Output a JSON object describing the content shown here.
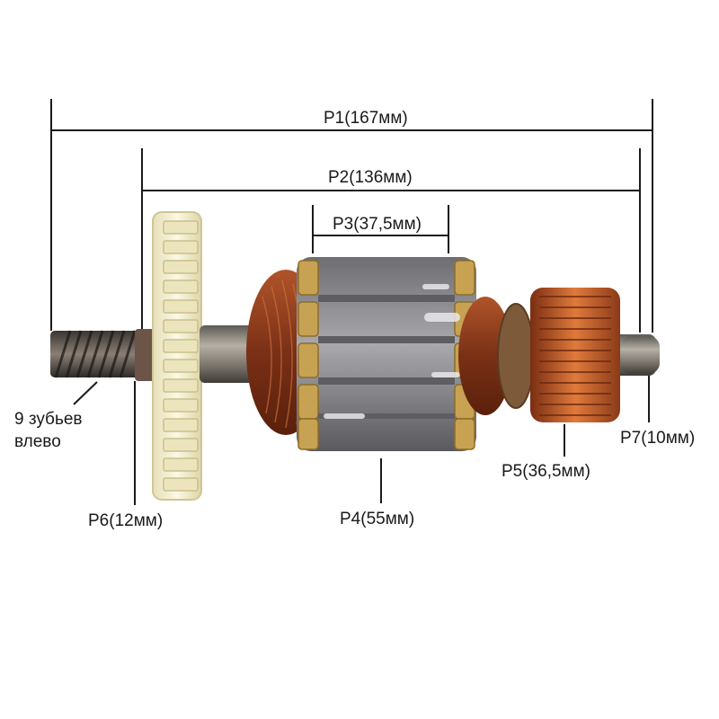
{
  "dimensions": {
    "p1": "P1(167мм)",
    "p2": "P2(136мм)",
    "p3": "P3(37,5мм)",
    "p4": "P4(55мм)",
    "p5": "P5(36,5мм)",
    "p6": "P6(12мм)",
    "p7": "P7(10мм)"
  },
  "gear_note": {
    "line1": "9 зубьев",
    "line2": "влево"
  },
  "colors": {
    "dimension_line": "#1a1a1a",
    "copper_winding": "#9a4422",
    "commutator": "#c8602e",
    "gear_plastic": "#f3eecd",
    "lamination_steel": "#7d7d80",
    "shaft_steel": "#8a8478",
    "insulation": "#b89a4a"
  }
}
